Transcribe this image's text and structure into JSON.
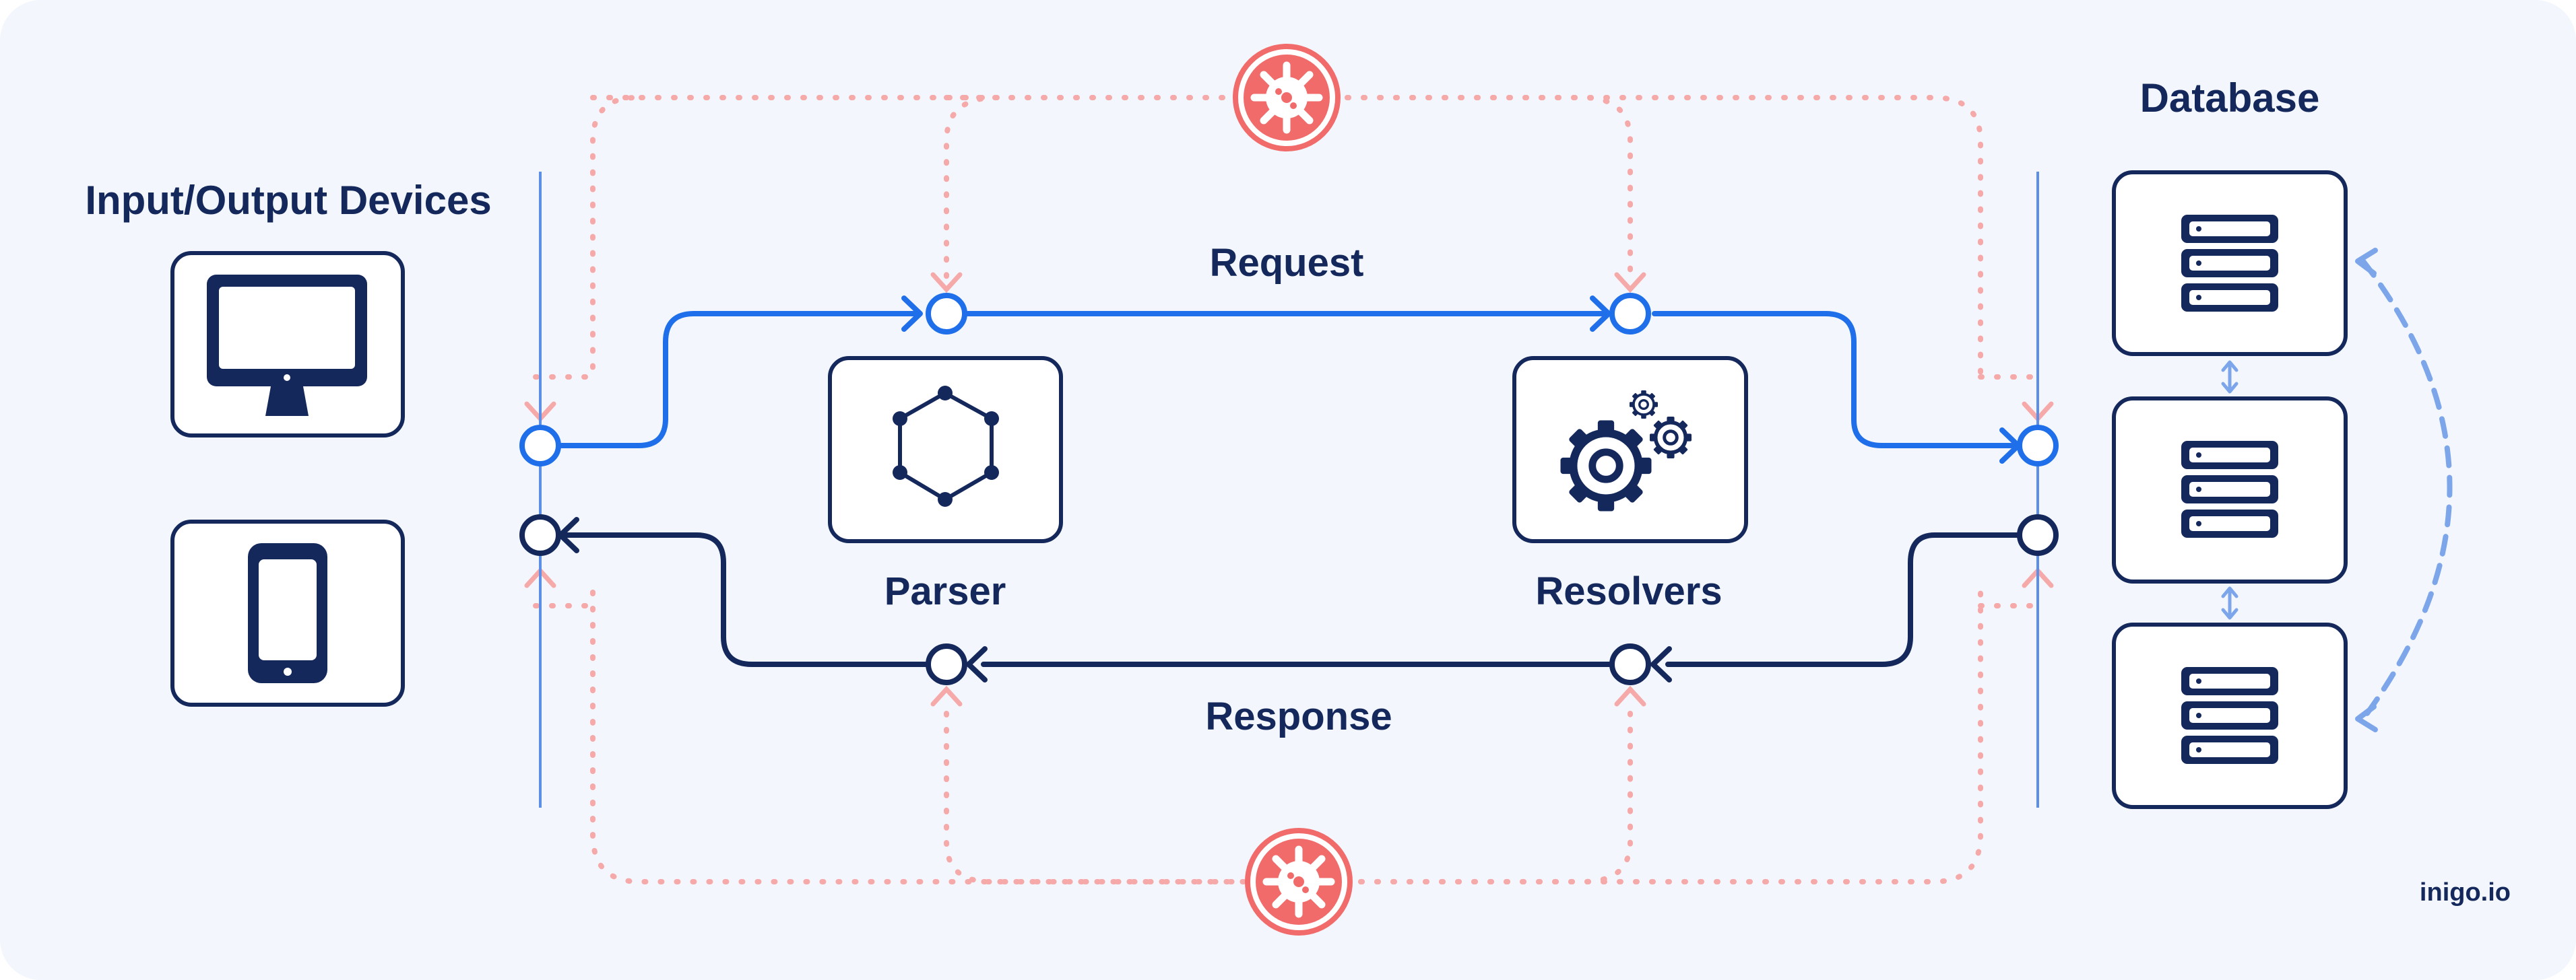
{
  "labels": {
    "io_devices": "Input/Output Devices",
    "database": "Database",
    "request": "Request",
    "response": "Response",
    "parser": "Parser",
    "resolvers": "Resolvers",
    "brand": "inigo.io"
  },
  "colors": {
    "background": "#f3f7fd",
    "navy": "#14285c",
    "request_blue": "#1f6fea",
    "light_blue": "#7da6ea",
    "threat_red": "#f26b6b",
    "threat_dots": "#f6a9a9"
  },
  "icons": {
    "desktop": "desktop-monitor-icon",
    "mobile": "mobile-phone-icon",
    "parser": "graphql-hexagon-icon",
    "resolvers": "gears-icon",
    "database": "server-stack-icon",
    "threat": "virus-icon"
  }
}
